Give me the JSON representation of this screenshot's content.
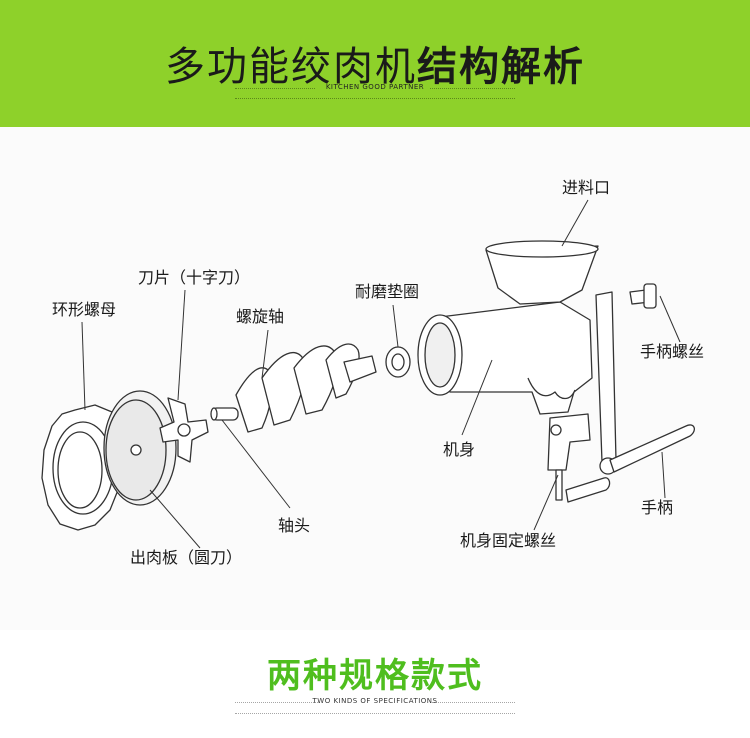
{
  "header": {
    "title_light": "多功能绞肉机",
    "title_bold": "结构解析",
    "subtitle": "KITCHEN GOOD PARTNER",
    "background": "#8ed12a"
  },
  "diagram": {
    "labels": {
      "ring_nut": "环形螺母",
      "blade": "刀片（十字刀）",
      "screw_shaft": "螺旋轴",
      "wear_washer": "耐磨垫圈",
      "feed_inlet": "进料口",
      "handle_screw": "手柄螺丝",
      "body": "机身",
      "shaft_head": "轴头",
      "handle": "手柄",
      "output_plate": "出肉板（圆刀）",
      "clamp_screw": "机身固定螺丝"
    }
  },
  "section2": {
    "title": "两种规格款式",
    "subtitle": "TWO KINDS OF SPECIFICATIONS",
    "color": "#4fbe1e"
  }
}
